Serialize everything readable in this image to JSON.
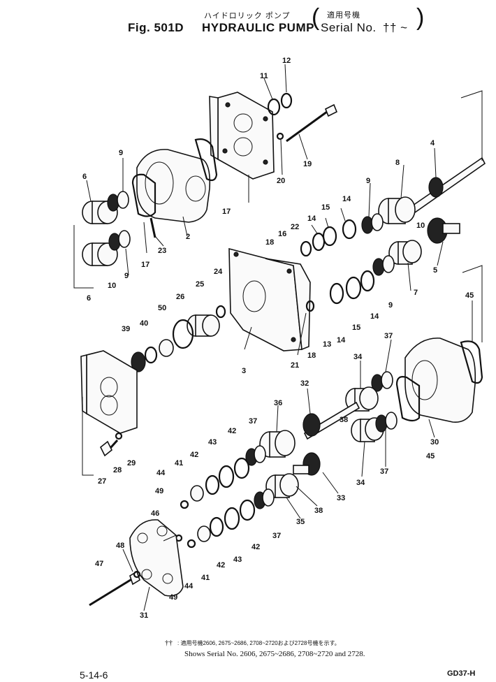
{
  "header": {
    "fig_number": "Fig. 501D",
    "title_jp": "ハイドロリック ポンプ",
    "title_en": "HYDRAULIC PUMP",
    "serial_jp": "適用号機",
    "serial_label": "Serial No.",
    "serial_mark": "†† ~"
  },
  "part_labels": [
    {
      "id": "p12a",
      "text": "12"
    },
    {
      "id": "p11a",
      "text": "11"
    },
    {
      "id": "p20",
      "text": "20"
    },
    {
      "id": "p19",
      "text": "19"
    },
    {
      "id": "p4",
      "text": "4"
    },
    {
      "id": "p9a",
      "text": "9"
    },
    {
      "id": "p6a",
      "text": "6"
    },
    {
      "id": "p17a",
      "text": "17"
    },
    {
      "id": "p17b",
      "text": "17"
    },
    {
      "id": "p2",
      "text": "2"
    },
    {
      "id": "p23",
      "text": "23"
    },
    {
      "id": "p9b",
      "text": "9"
    },
    {
      "id": "p10a",
      "text": "10"
    },
    {
      "id": "p6b",
      "text": "6"
    },
    {
      "id": "p8",
      "text": "8"
    },
    {
      "id": "p9c",
      "text": "9"
    },
    {
      "id": "p14a",
      "text": "14"
    },
    {
      "id": "p15a",
      "text": "15"
    },
    {
      "id": "p14b",
      "text": "14"
    },
    {
      "id": "p22",
      "text": "22"
    },
    {
      "id": "p16a",
      "text": "16"
    },
    {
      "id": "p18a",
      "text": "18"
    },
    {
      "id": "p10b",
      "text": "10"
    },
    {
      "id": "p5",
      "text": "5"
    },
    {
      "id": "p7",
      "text": "7"
    },
    {
      "id": "p24",
      "text": "24"
    },
    {
      "id": "p25",
      "text": "25"
    },
    {
      "id": "p26",
      "text": "26"
    },
    {
      "id": "p50",
      "text": "50"
    },
    {
      "id": "p40",
      "text": "40"
    },
    {
      "id": "p39",
      "text": "39"
    },
    {
      "id": "p3",
      "text": "3"
    },
    {
      "id": "p21",
      "text": "21"
    },
    {
      "id": "p18b",
      "text": "18"
    },
    {
      "id": "p13",
      "text": "13"
    },
    {
      "id": "p14c",
      "text": "14"
    },
    {
      "id": "p15b",
      "text": "15"
    },
    {
      "id": "p14d",
      "text": "14"
    },
    {
      "id": "p9d",
      "text": "9"
    },
    {
      "id": "p45a",
      "text": "45"
    },
    {
      "id": "p37a",
      "text": "37"
    },
    {
      "id": "p34a",
      "text": "34"
    },
    {
      "id": "p32",
      "text": "32"
    },
    {
      "id": "p36",
      "text": "36"
    },
    {
      "id": "p38a",
      "text": "38"
    },
    {
      "id": "p30",
      "text": "30"
    },
    {
      "id": "p45b",
      "text": "45"
    },
    {
      "id": "p37b",
      "text": "37"
    },
    {
      "id": "p34b",
      "text": "34"
    },
    {
      "id": "p37c",
      "text": "37"
    },
    {
      "id": "p42a",
      "text": "42"
    },
    {
      "id": "p43a",
      "text": "43"
    },
    {
      "id": "p41a",
      "text": "41"
    },
    {
      "id": "p42b",
      "text": "42"
    },
    {
      "id": "p44a",
      "text": "44"
    },
    {
      "id": "p49a",
      "text": "49"
    },
    {
      "id": "p38b",
      "text": "38"
    },
    {
      "id": "p33",
      "text": "33"
    },
    {
      "id": "p35",
      "text": "35"
    },
    {
      "id": "p37d",
      "text": "37"
    },
    {
      "id": "p42c",
      "text": "42"
    },
    {
      "id": "p43b",
      "text": "43"
    },
    {
      "id": "p42d",
      "text": "42"
    },
    {
      "id": "p41b",
      "text": "41"
    },
    {
      "id": "p44b",
      "text": "44"
    },
    {
      "id": "p49b",
      "text": "49"
    },
    {
      "id": "p46",
      "text": "46"
    },
    {
      "id": "p48",
      "text": "48"
    },
    {
      "id": "p47",
      "text": "47"
    },
    {
      "id": "p31",
      "text": "31"
    },
    {
      "id": "p27",
      "text": "27"
    },
    {
      "id": "p28",
      "text": "28"
    },
    {
      "id": "p29",
      "text": "29"
    }
  ],
  "footnote": {
    "mark": "††",
    "jp": ": 適用号機2606, 2675~2686, 2708~2720および2728号機を示す。",
    "en": "Shows  Serial No. 2606, 2675~2686, 2708~2720 and 2728."
  },
  "page_number": "5-14-6",
  "code": "GD37-H"
}
